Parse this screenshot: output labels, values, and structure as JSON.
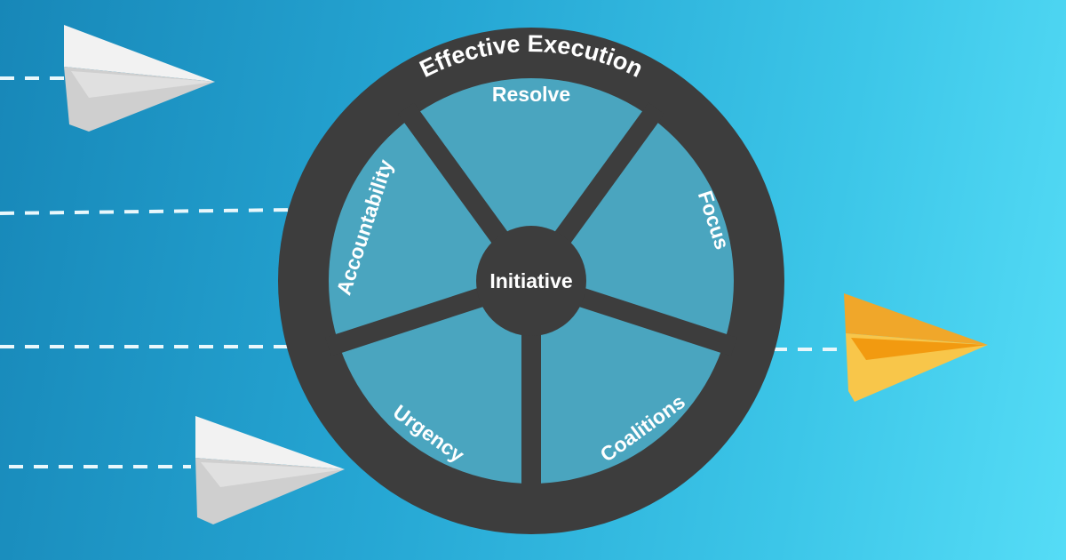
{
  "diagram": {
    "title": "Effective Execution",
    "center": "Initiative",
    "segments": [
      "Resolve",
      "Focus",
      "Coalitions",
      "Urgency",
      "Accountability"
    ]
  },
  "colors": {
    "ring": "#3d3d3d",
    "segment": "#4aa5bf",
    "accent_plane": "#f5a623",
    "plane": "#e6e6e6"
  }
}
